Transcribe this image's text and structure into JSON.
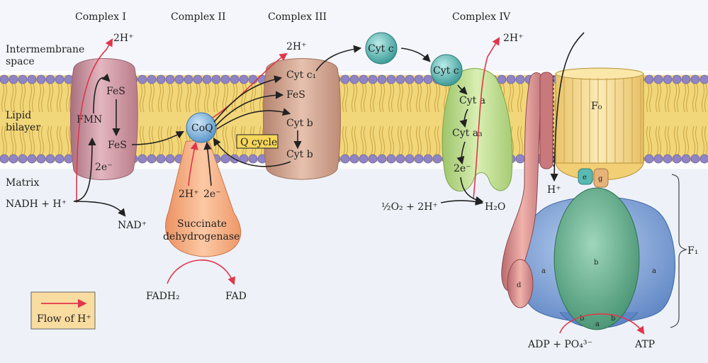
{
  "complex_titles": {
    "c1": "Complex I",
    "c2": "Complex II",
    "c3": "Complex III",
    "c4": "Complex IV"
  },
  "regions": {
    "intermembrane_line1": "Intermembrane",
    "intermembrane_line2": "space",
    "lipid_line1": "Lipid",
    "lipid_line2": "bilayer",
    "matrix": "Matrix"
  },
  "complex1": {
    "fes_top": "FeS",
    "fmn": "FMN",
    "fes_bottom": "FeS",
    "electrons": "2e⁻",
    "proton_out": "2H⁺",
    "nadh": "NADH + H⁺",
    "nad": "NAD⁺"
  },
  "complex2": {
    "coq": "CoQ",
    "protons": "2H⁺",
    "electrons": "2e⁻",
    "enzyme_line1": "Succinate",
    "enzyme_line2": "dehydrogenase",
    "fadh2": "FADH₂",
    "fad": "FAD"
  },
  "complex3": {
    "cyt_c1": "Cyt c₁",
    "fes": "FeS",
    "cyt_b_top": "Cyt b",
    "cyt_b_bottom": "Cyt b",
    "q_cycle": "Q cycle",
    "proton_out": "2H⁺"
  },
  "cytochrome_c": {
    "mobile": "Cyt c",
    "bound": "Cyt c"
  },
  "complex4": {
    "cyt_a": "Cyt a",
    "cyt_a3": "Cyt a₃",
    "electrons": "2e⁻",
    "proton_out": "2H⁺",
    "oxygen": "½O₂ + 2H⁺",
    "water": "H₂O"
  },
  "atp_synthase": {
    "f0": "F₀",
    "f1": "F₁",
    "proton_in": "H⁺",
    "sub_e": "e",
    "sub_g": "g",
    "sub_b_center": "b",
    "sub_a_left": "a",
    "sub_a_right": "a",
    "sub_d": "d",
    "sub_b_left": "b",
    "sub_a_bottom": "a",
    "sub_b_right": "b",
    "adp": "ADP + PO₄³⁻",
    "atp": "ATP"
  },
  "legend": {
    "label": "Flow of H⁺"
  },
  "colors": {
    "background": "#ffffff",
    "intermembrane": "#f4f6fb",
    "matrix": "#eef2f8",
    "membrane_core": "#f2d77a",
    "lipid_head": "#8f85c4",
    "complex1": "#c98f9c",
    "complex2": "#f2a67a",
    "complex3": "#cf9f8a",
    "complex4": "#bcd98a",
    "cyt_c": "#59b9b3",
    "coq": "#6fa9d6",
    "f0": "#f7d98c",
    "f1_outer": "#7ea3d9",
    "f1_center": "#5fae8b",
    "stator": "#d98b8b",
    "proton_arrow": "#e0364a",
    "electron_arrow": "#222222",
    "qcycle_box": "#f7d65a",
    "legend_box": "#f9dca0"
  }
}
